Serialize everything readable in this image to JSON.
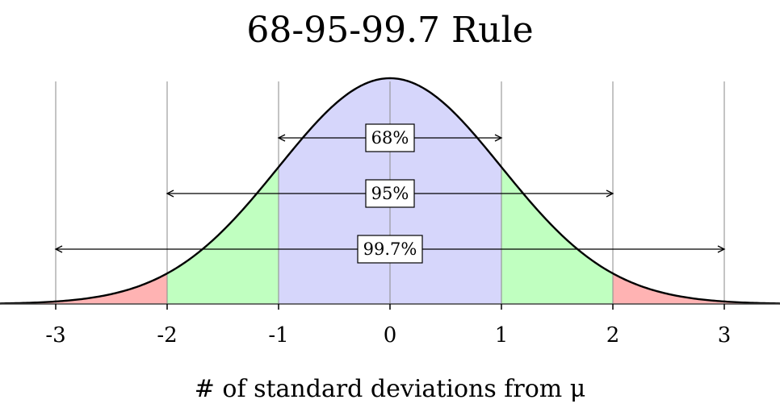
{
  "chart_data": {
    "type": "area",
    "title": "68-95-99.7 Rule",
    "xlabel": "# of standard deviations from μ",
    "ylabel": "",
    "xlim": [
      -3.5,
      3.5
    ],
    "x_ticks": [
      -3,
      -2,
      -1,
      0,
      1,
      2,
      3
    ],
    "x_tick_labels": [
      "-3",
      "-2",
      "-1",
      "0",
      "1",
      "2",
      "3"
    ],
    "curve": {
      "name": "",
      "mean": 0,
      "sd": 1
    },
    "regions": [
      {
        "from": -1,
        "to": 1,
        "color": "#d6d6fb"
      },
      {
        "from": -2,
        "to": -1,
        "color": "#c0ffc0"
      },
      {
        "from": 1,
        "to": 2,
        "color": "#c0ffc0"
      },
      {
        "from": -3.5,
        "to": -2,
        "color": "#ffb3b3"
      },
      {
        "from": 2,
        "to": 3.5,
        "color": "#ffb3b3"
      }
    ],
    "bands": [
      {
        "label": "68%",
        "from": -1,
        "to": 1
      },
      {
        "label": "95%",
        "from": -2,
        "to": 2
      },
      {
        "label": "99.7%",
        "from": -3,
        "to": 3
      }
    ],
    "grid": true,
    "legend": "none"
  }
}
